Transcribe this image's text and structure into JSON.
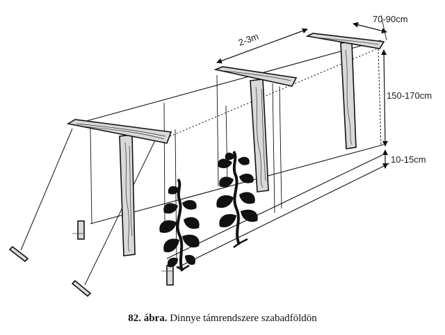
{
  "dimensions": {
    "top_width": "70-90cm",
    "spacing": "2-3m",
    "height": "150-170cm",
    "bottom_offset": "10-15cm"
  },
  "caption": {
    "number": "82. ábra.",
    "text": "Dinnye támrendszere szabadföldön"
  },
  "colors": {
    "ink": "#111111",
    "wood": "#d9d9d9",
    "background": "#ffffff"
  }
}
